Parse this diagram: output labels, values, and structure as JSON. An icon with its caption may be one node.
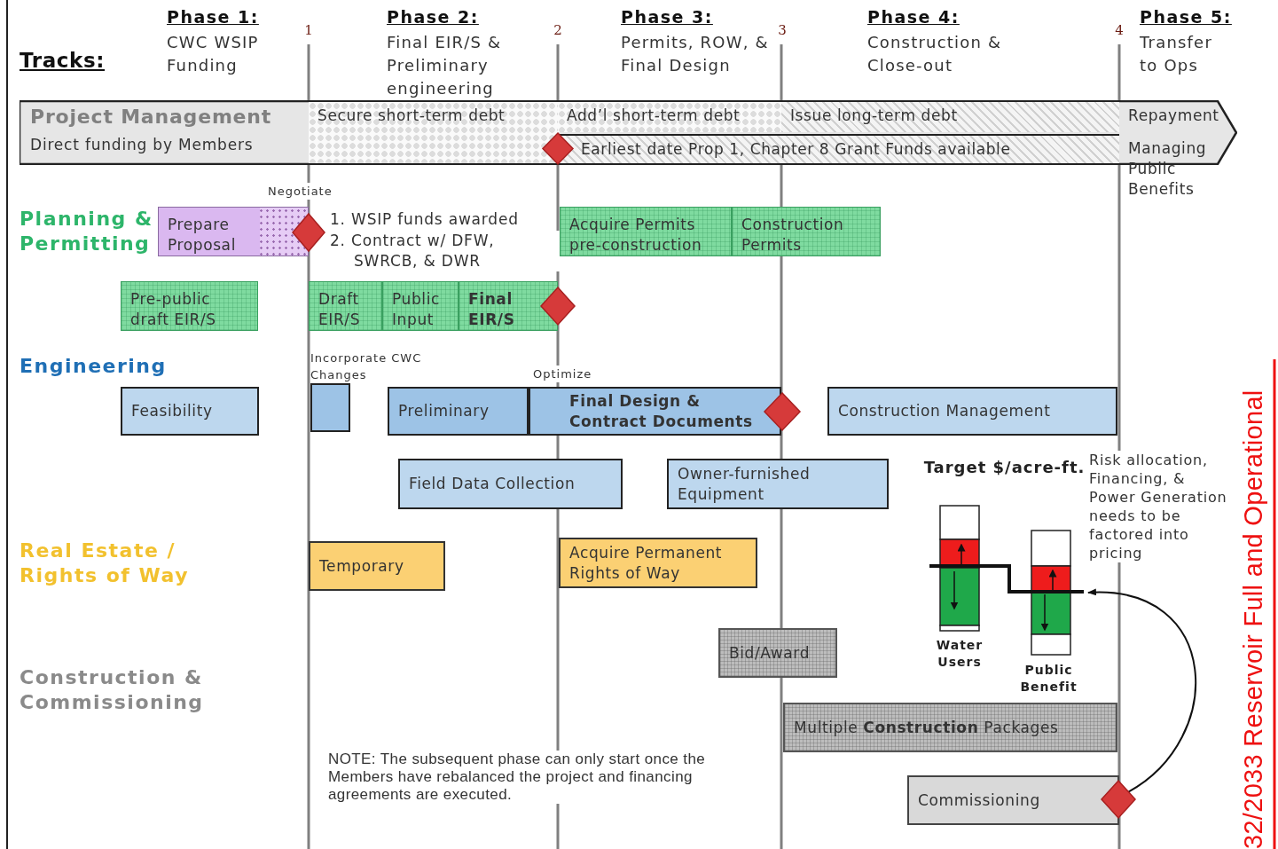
{
  "diagram": {
    "nodes": [
      {
        "text": [
          "1"
        ]
      },
      {
        "text": [
          "2"
        ]
      },
      {
        "text": [
          "3"
        ]
      },
      {
        "text": [
          "4"
        ]
      },
      {
        "text": [
          "Project Management",
          "Direct funding by Members"
        ]
      },
      {
        "text": [
          "Secure short-term debt"
        ],
        "in": 4
      },
      {
        "text": [
          "Add’l short-term debt"
        ],
        "in": 4
      },
      {
        "text": [
          "Issue long-term debt"
        ],
        "in": 4
      },
      {
        "text": [
          "Repayment"
        ],
        "in": 4
      },
      {
        "text": [],
        "shape": "diamond",
        "in": 4
      },
      {
        "text": [
          "Earliest date Prop 1, Chapter 8 Grant Funds available"
        ],
        "in": 4
      },
      {
        "text": [
          "Managing Public Benefits"
        ]
      },
      {
        "text": [
          "Prepare Proposal"
        ]
      },
      {
        "text": [],
        "shape": "diamond"
      },
      {
        "text": [
          "Acquire Permits pre-construction"
        ]
      },
      {
        "text": [
          "Construction Permits"
        ]
      },
      {
        "text": [
          "Pre-public draft EIR/S"
        ]
      },
      {
        "text": [
          "Draft EIR/S"
        ]
      },
      {
        "text": [
          "Public Input"
        ]
      },
      {
        "text": [
          "Final EIR/S"
        ]
      },
      {
        "text": [],
        "shape": "diamond"
      },
      {
        "text": [
          "Feasibility"
        ]
      },
      {
        "text": [],
        "shape": "box"
      },
      {
        "text": [
          "Preliminary"
        ]
      },
      {
        "text": [
          "Final Design & Contract Documents"
        ]
      },
      {
        "text": [],
        "shape": "diamond"
      },
      {
        "text": [
          "Construction Management"
        ]
      },
      {
        "text": [
          "Field Data Collection"
        ]
      },
      {
        "text": [
          "Owner-furnished Equipment"
        ]
      },
      {
        "text": [
          "Target $/acre-ft.",
          "Water Users",
          "Public Benefit"
        ]
      },
      {
        "text": [
          "Temporary"
        ]
      },
      {
        "text": [
          "Acquire Permanent Rights of Way"
        ]
      },
      {
        "text": [
          "Bid/Award"
        ]
      },
      {
        "text": [
          "Multiple **Construction** Packages"
        ]
      },
      {
        "text": [
          "Commissioning"
        ]
      },
      {
        "text": [],
        "shape": "diamond"
      }
    ],
    "edges": [
      {
        "from": 35,
        "to": 29,
        "arrow": "to"
      }
    ],
    "labels": [
      "Tracks:",
      "Phase 1:",
      "CWC WSIP Funding",
      "Phase 2:",
      "Final EIR/S & Preliminary engineering",
      "Phase 3:",
      "Permits, ROW, & Final Design",
      "Phase 4:",
      "Construction & Close-out",
      "Phase 5:",
      "Transfer to Ops",
      "Negotiate",
      "Planning & Permitting",
      "1. WSIP funds awarded",
      "2. Contract w/ DFW, SWRCB, & DWR",
      "Engineering",
      "Incorporate CWC Changes",
      "Optimize",
      "Risk allocation, Financing, & Power Generation needs to be factored into pricing",
      "32/2033 Reservoir Full and Operational",
      "Real Estate / Rights of Way",
      "Construction & Commissioning",
      "NOTE:  The subsequent phase can only start once the Members have rebalanced the project and financing agreements are executed."
    ]
  }
}
